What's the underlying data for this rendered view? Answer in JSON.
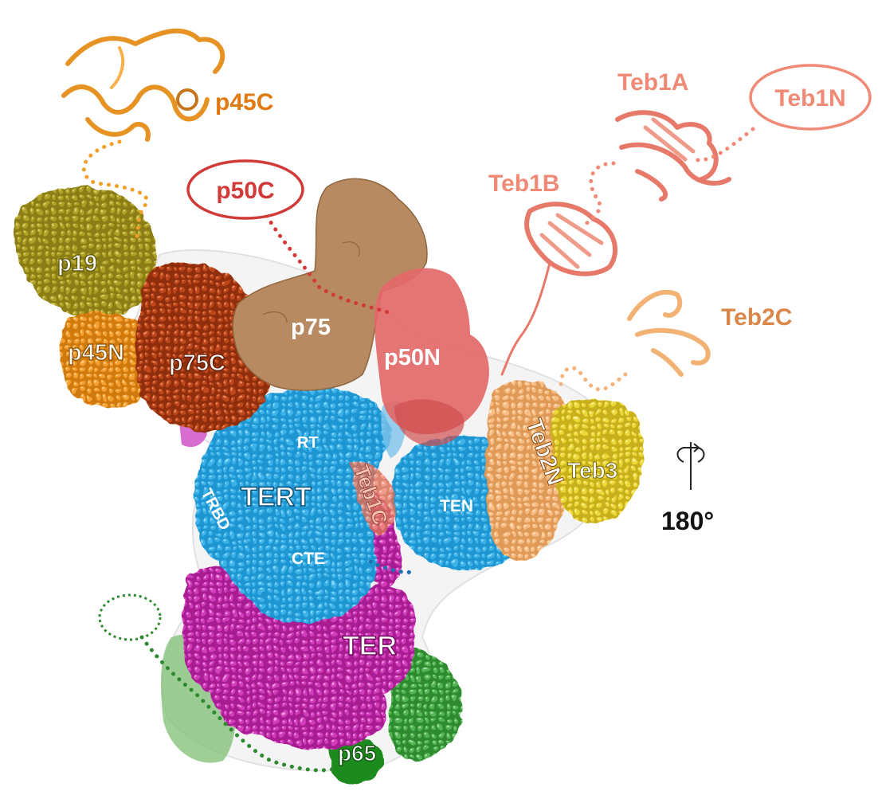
{
  "labels": {
    "p45C": "p45C",
    "p19": "p19",
    "p45N": "p45N",
    "p75C": "p75C",
    "p75": "p75",
    "p50C": "p50C",
    "p50N": "p50N",
    "teb1A": "Teb1A",
    "teb1N": "Teb1N",
    "teb1B": "Teb1B",
    "teb2C": "Teb2C",
    "teb2N": "Teb2N",
    "teb3": "Teb3",
    "rt": "RT",
    "tert": "TERT",
    "trbd": "TRBD",
    "teb1C": "Teb1C",
    "ten": "TEN",
    "cte": "CTE",
    "ter": "TER",
    "p65": "p65"
  },
  "rotation": {
    "angle": "180°",
    "icon": "rotate-axis-icon"
  },
  "colors": {
    "p45": "#f0a028",
    "p45_label": "#e07a10",
    "p19": "#a89a1e",
    "p75C": "#b3400f",
    "p75": "#b88355",
    "p50": "#e05c5c",
    "p50C_label": "#d23a3a",
    "teb1": "#f08a76",
    "teb2": "#f5b77a",
    "teb2_label": "#d9884a",
    "teb3": "#e8d030",
    "tert": "#1e95d0",
    "ter": "#c82ab0",
    "p65": "#4aa84a"
  }
}
